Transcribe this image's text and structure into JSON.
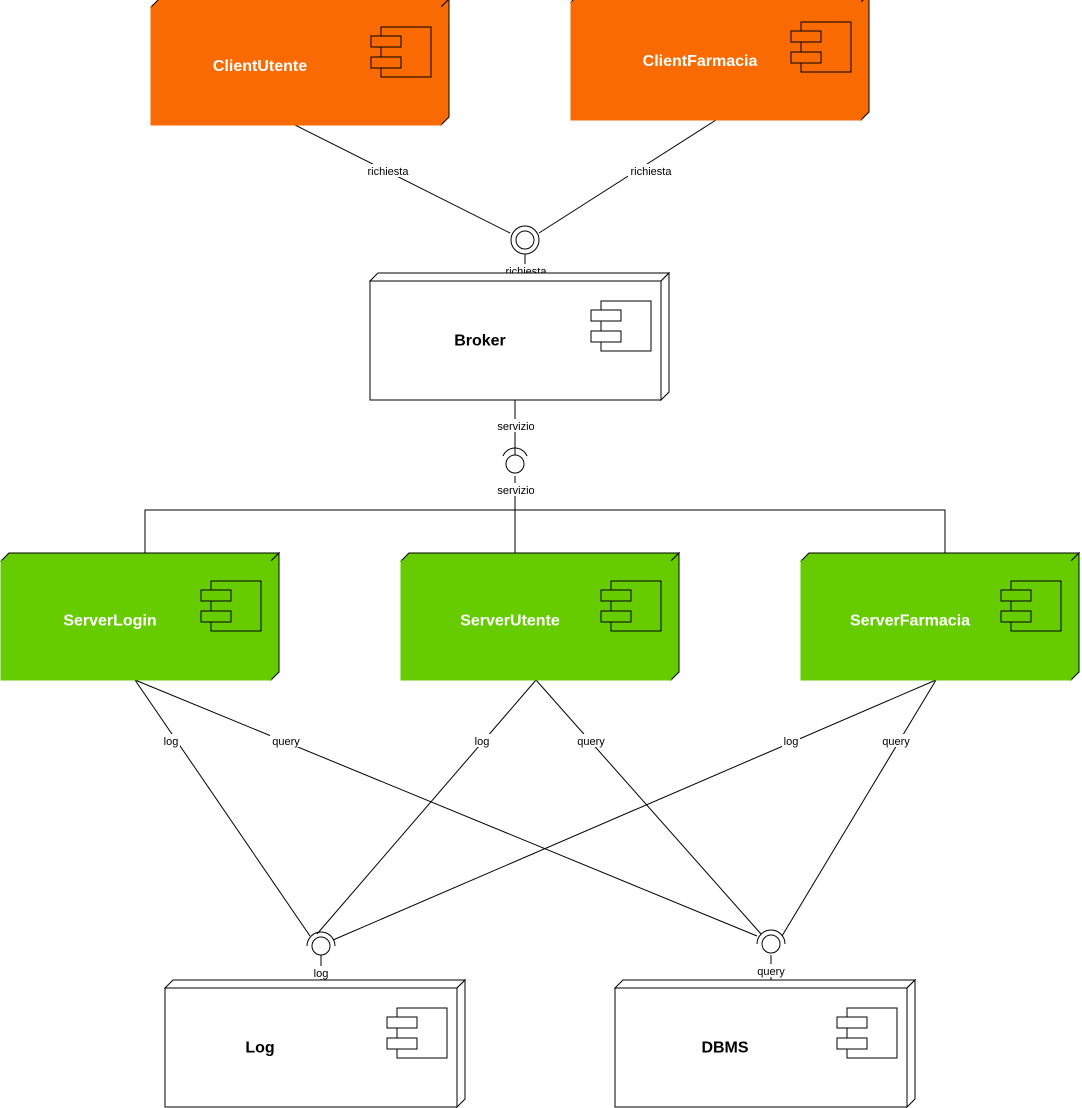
{
  "colors": {
    "client": "#f96b02",
    "server": "#66cc00",
    "plain": "#ffffff",
    "stroke": "#000000"
  },
  "nodes": {
    "client_utente": "ClientUtente",
    "client_farmacia": "ClientFarmacia",
    "broker": "Broker",
    "server_login": "ServerLogin",
    "server_utente": "ServerUtente",
    "server_farmacia": "ServerFarmacia",
    "log": "Log",
    "dbms": "DBMS"
  },
  "edges": {
    "client_utente_richiesta": "richiesta",
    "client_farmacia_richiesta": "richiesta",
    "broker_richiesta": "richiesta",
    "broker_servizio": "servizio",
    "servers_servizio": "servizio",
    "login_log": "log",
    "login_query": "query",
    "utente_log": "log",
    "utente_query": "query",
    "farmacia_log": "log",
    "farmacia_query": "query",
    "log_interface": "log",
    "dbms_interface": "query"
  },
  "icons": {
    "component": "component-icon",
    "provided_interface": "lollipop-icon",
    "required_interface": "socket-icon"
  }
}
